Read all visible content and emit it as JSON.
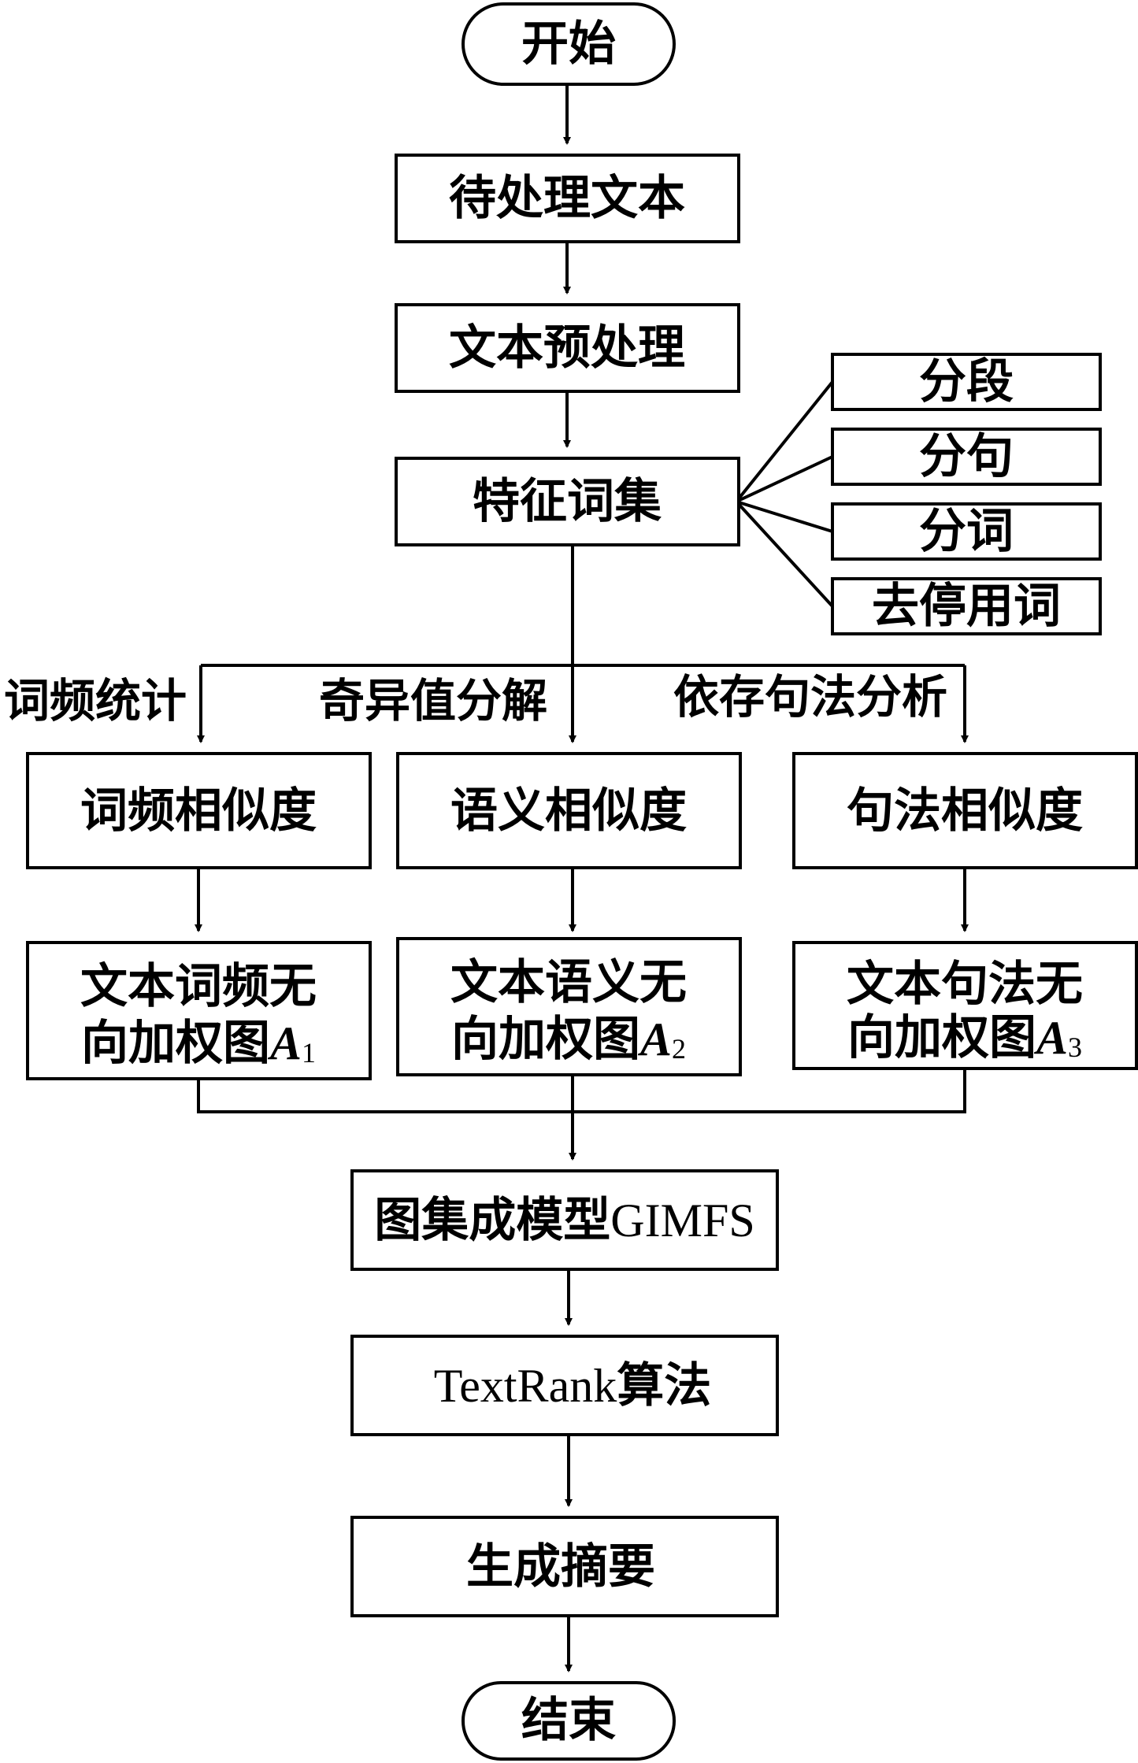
{
  "nodes": {
    "start": "开始",
    "input_text": "待处理文本",
    "preprocess": "文本预处理",
    "feature_words": "特征词集",
    "seg_paragraph": "分段",
    "seg_sentence": "分句",
    "seg_word": "分词",
    "remove_stopwords": "去停用词",
    "freq_similarity": "词频相似度",
    "semantic_similarity": "语义相似度",
    "syntax_similarity": "句法相似度",
    "graph_freq": {
      "line1": "文本词频无",
      "line2": "向加权图",
      "var": "A",
      "sub": "1"
    },
    "graph_semantic": {
      "line1": "文本语义无",
      "line2": "向加权图",
      "var": "A",
      "sub": "2"
    },
    "graph_syntax": {
      "line1": "文本句法无",
      "line2": "向加权图",
      "var": "A",
      "sub": "3"
    },
    "ensemble": {
      "prefix": "图集成模型",
      "latin": "GIMFS"
    },
    "textrank": {
      "latin": "TextRank",
      "suffix": "算法"
    },
    "summary": "生成摘要",
    "end": "结束"
  },
  "branch_labels": {
    "freq": "词频统计",
    "svd": "奇异值分解",
    "dependency": "依存句法分析"
  }
}
